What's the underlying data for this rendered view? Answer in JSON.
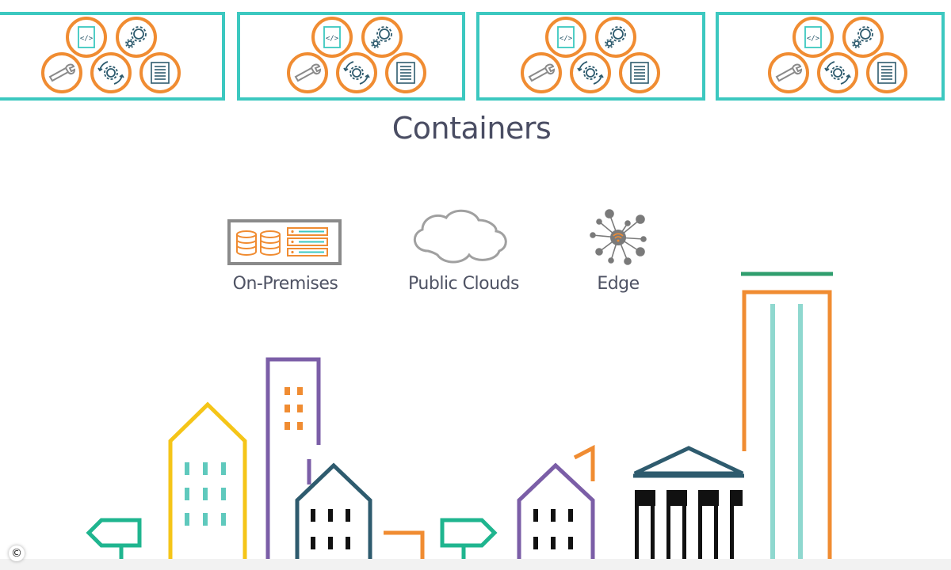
{
  "title": "Containers",
  "environments": [
    {
      "label": "On-Premises",
      "icon": "server-database-icon"
    },
    {
      "label": "Public Clouds",
      "icon": "cloud-icon"
    },
    {
      "label": "Edge",
      "icon": "edge-network-icon"
    }
  ],
  "containers": [
    {
      "icons": [
        "code-file-icon",
        "gears-icon",
        "wrench-icon",
        "refresh-gear-icon",
        "document-icon"
      ]
    },
    {
      "icons": [
        "code-file-icon",
        "gears-icon",
        "wrench-icon",
        "refresh-gear-icon",
        "document-icon"
      ]
    },
    {
      "icons": [
        "code-file-icon",
        "gears-icon",
        "wrench-icon",
        "refresh-gear-icon",
        "document-icon"
      ]
    },
    {
      "icons": [
        "code-file-icon",
        "gears-icon",
        "wrench-icon",
        "refresh-gear-icon",
        "document-icon"
      ]
    }
  ],
  "copyright_symbol": "©",
  "colors": {
    "teal": "#3cc8c0",
    "orange": "#f08c32",
    "navy": "#2e5b6e",
    "text": "#4a4d63",
    "yellow": "#f5c518",
    "purple": "#7b5ea7",
    "green": "#1fb58f",
    "pale_teal": "#8fd8cf",
    "gray": "#8a8a8a"
  }
}
